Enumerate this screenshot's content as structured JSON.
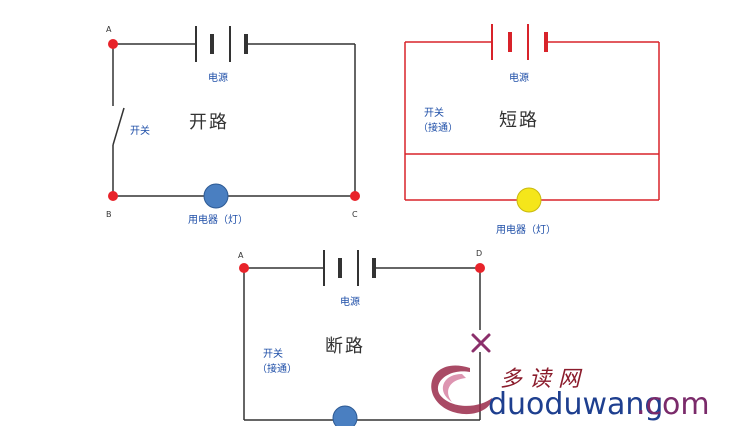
{
  "colors": {
    "wire_black": "#333333",
    "wire_red": "#d8232a",
    "node_red": "#e8232a",
    "lamp_blue": "#4a7fc1",
    "lamp_yellow": "#f5e61a",
    "label_blue": "#1f4fa8",
    "cross_purple": "#8b2f6b"
  },
  "open_circuit": {
    "title": "开路",
    "battery_label": "电源",
    "switch_label": "开关",
    "load_label": "用电器（灯）",
    "point_a": "A",
    "point_b": "B",
    "point_c": "C"
  },
  "short_circuit": {
    "title": "短路",
    "battery_label": "电源",
    "switch_label_line1": "开关",
    "switch_label_line2": "（接通）",
    "load_label": "用电器（灯）"
  },
  "broken_circuit": {
    "title": "断路",
    "battery_label": "电源",
    "switch_label_line1": "开关",
    "switch_label_line2": "（接通）",
    "point_a": "A",
    "point_d": "D"
  },
  "watermark": {
    "chinese": "多 读 网",
    "domain": "duoduwang",
    "tld": ".com"
  }
}
